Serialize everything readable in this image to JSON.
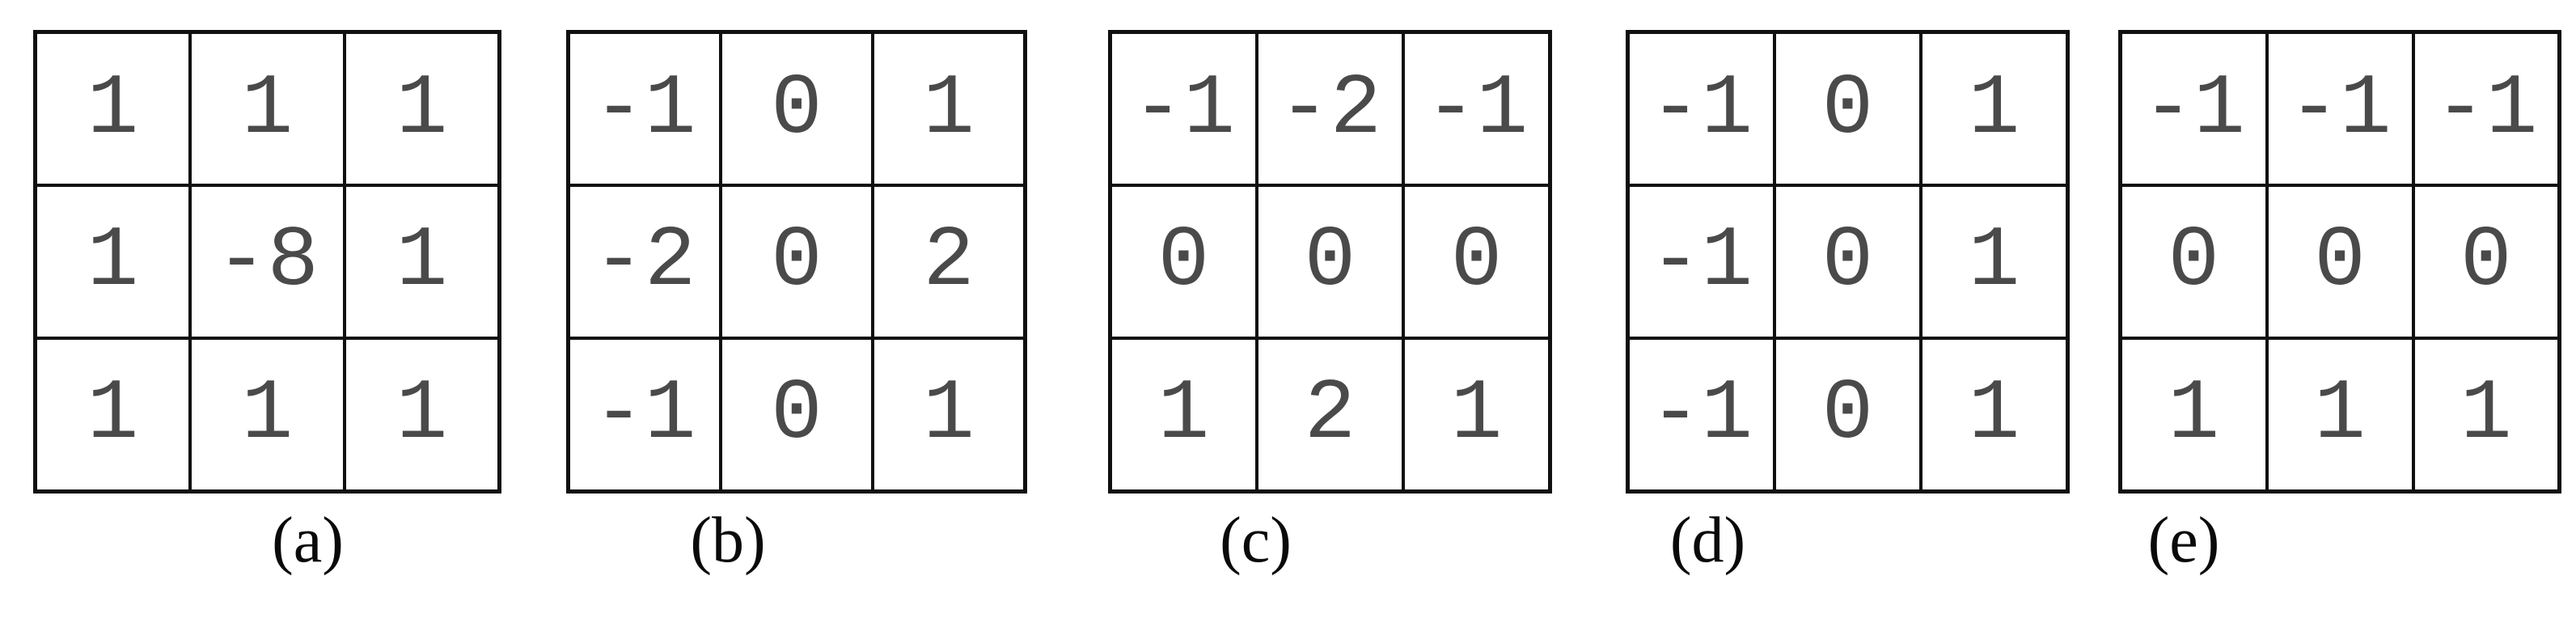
{
  "figure": {
    "description": "Five 3x3 convolution kernel masks labeled (a) through (e)",
    "colors": {
      "border": "#101010",
      "digit": "#4a4a4a",
      "background": "#ffffff"
    },
    "kernels": [
      {
        "label": "(a)",
        "rows": [
          [
            "1",
            "1",
            "1"
          ],
          [
            "1",
            "-8",
            "1"
          ],
          [
            "1",
            "1",
            "1"
          ]
        ]
      },
      {
        "label": "(b)",
        "rows": [
          [
            "-1",
            "0",
            "1"
          ],
          [
            "-2",
            "0",
            "2"
          ],
          [
            "-1",
            "0",
            "1"
          ]
        ]
      },
      {
        "label": "(c)",
        "rows": [
          [
            "-1",
            "-2",
            "-1"
          ],
          [
            "0",
            "0",
            "0"
          ],
          [
            "1",
            "2",
            "1"
          ]
        ]
      },
      {
        "label": "(d)",
        "rows": [
          [
            "-1",
            "0",
            "1"
          ],
          [
            "-1",
            "0",
            "1"
          ],
          [
            "-1",
            "0",
            "1"
          ]
        ]
      },
      {
        "label": "(e)",
        "rows": [
          [
            "-1",
            "-1",
            "-1"
          ],
          [
            "0",
            "0",
            "0"
          ],
          [
            "1",
            "1",
            "1"
          ]
        ]
      }
    ]
  }
}
